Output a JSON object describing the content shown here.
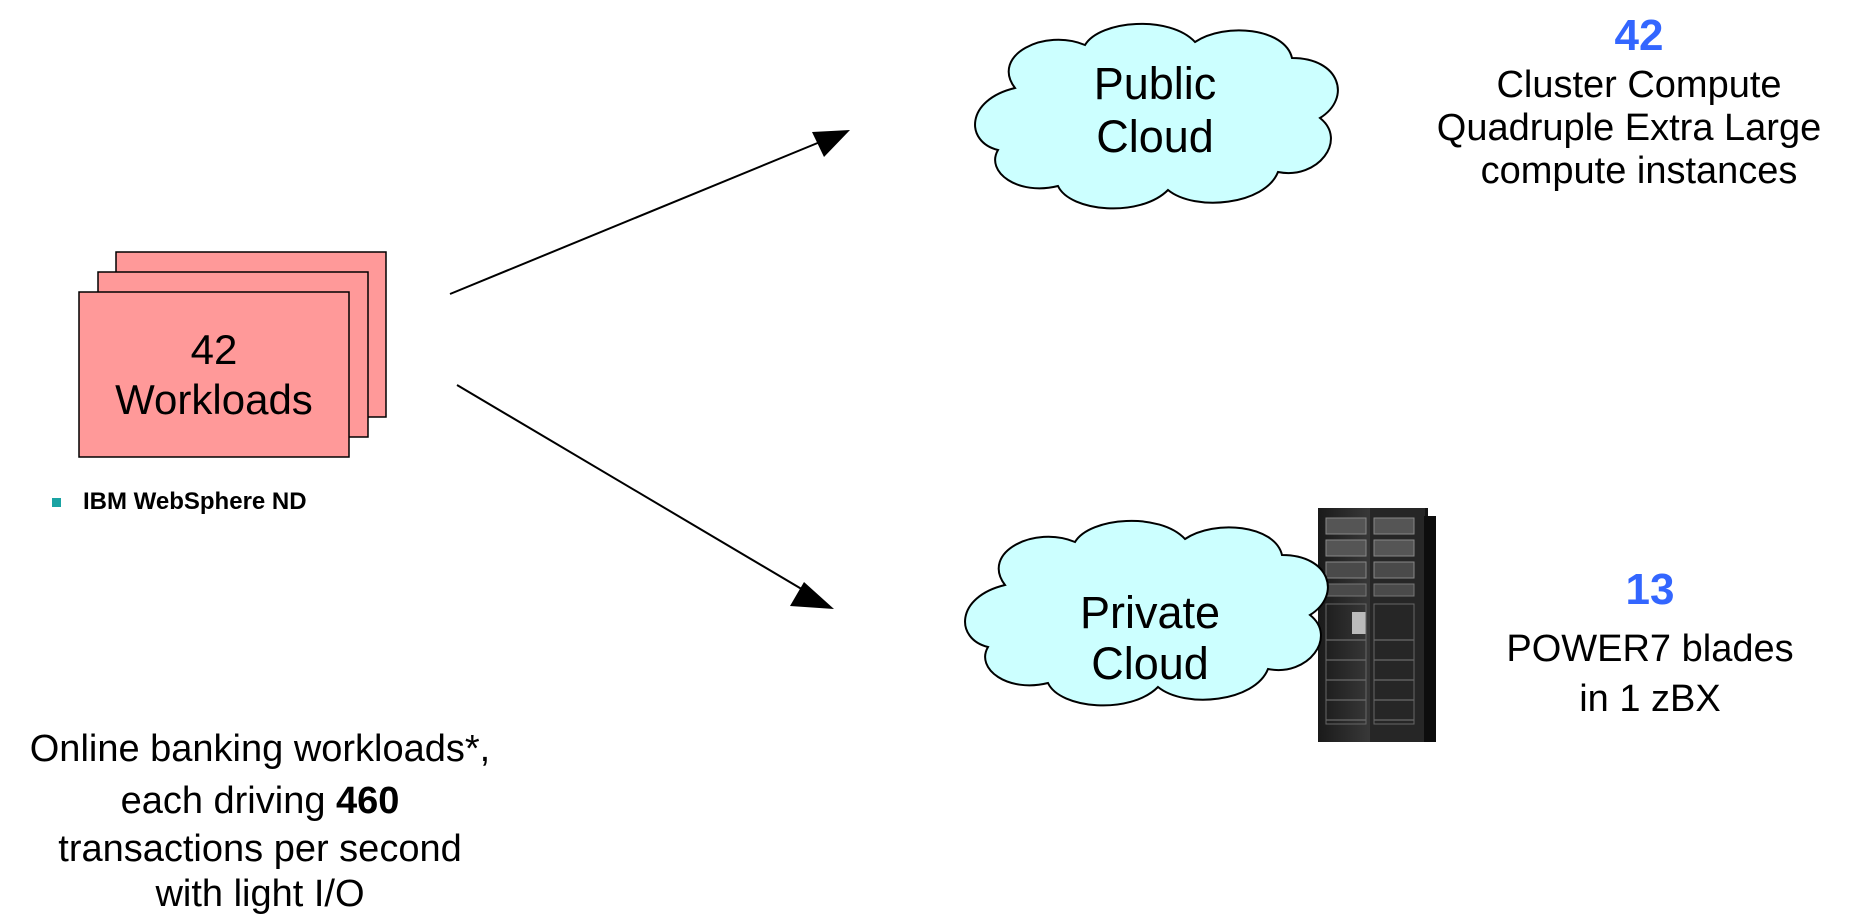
{
  "workloads": {
    "count": "42",
    "label": "Workloads",
    "bullet": "IBM WebSphere ND",
    "box_color": "#ff9999"
  },
  "description": {
    "line1": "Online banking workloads*,",
    "line2_prefix": "each driving ",
    "line2_value": "460",
    "line3": "transactions per second",
    "line4": "with light I/O"
  },
  "public_cloud": {
    "line1": "Public",
    "line2": "Cloud",
    "count": "42",
    "desc1": "Cluster Compute",
    "desc2": "Quadruple Extra Large",
    "desc3": "compute instances"
  },
  "private_cloud": {
    "line1": "Private",
    "line2": "Cloud",
    "count": "13",
    "desc1": "POWER7 blades",
    "desc2": "in 1 zBX"
  },
  "colors": {
    "cloud_fill": "#ccffff",
    "accent_number": "#3366ff",
    "bullet": "#1aa3a3"
  },
  "icons": {
    "server_rack": "server-rack-icon"
  }
}
